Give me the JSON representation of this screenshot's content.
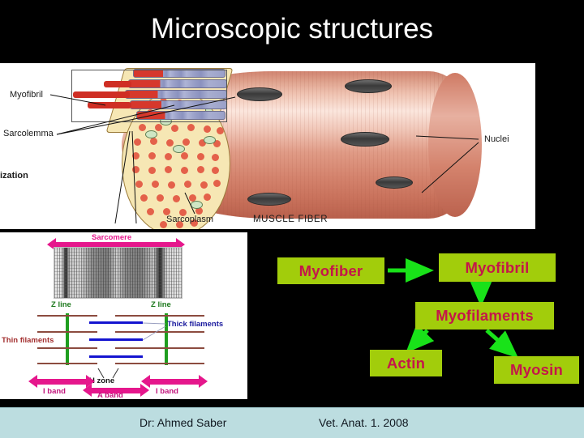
{
  "slide": {
    "title": "Microscopic structures",
    "background_color": "#000000",
    "title_color": "#ffffff"
  },
  "top_figure": {
    "name": "muscle-fiber-diagram",
    "labels": {
      "myofibril": "Myofibril",
      "sarcolemma": "Sarcolemma",
      "organization": "ization",
      "sarcoplasm": "Sarcoplasm",
      "nuclei": "Nuclei"
    },
    "caption": "MUSCLE FIBER"
  },
  "sarcomere_figure": {
    "name": "sarcomere-diagram",
    "labels": {
      "sarcomere": "Sarcomere",
      "z_line_left": "Z line",
      "z_line_right": "Z line",
      "thin_filaments": "Thin filaments",
      "thick_filaments": "Thick filaments",
      "h_zone": "H zone",
      "i_band_left": "I band",
      "a_band": "A band",
      "i_band_right": "I band"
    },
    "colors": {
      "sarcomere_arrow": "#e5178c",
      "z_line": "#1f9e1f",
      "thin_filament": "#8c4b3f",
      "thick_filament": "#1414d0",
      "band_arrow": "#e5178c"
    }
  },
  "flowchart": {
    "name": "muscle-hierarchy-flowchart",
    "box_color": "#a2cd0b",
    "text_color": "#c4164a",
    "arrow_color": "#19e219",
    "nodes": [
      {
        "id": "myofiber",
        "label": "Myofiber"
      },
      {
        "id": "myofibril",
        "label": "Myofibril"
      },
      {
        "id": "myofilaments",
        "label": "Myofilaments"
      },
      {
        "id": "actin",
        "label": "Actin"
      },
      {
        "id": "myosin",
        "label": "Myosin"
      }
    ],
    "edges": [
      {
        "from": "myofiber",
        "to": "myofibril"
      },
      {
        "from": "myofibril",
        "to": "myofilaments"
      },
      {
        "from": "myofilaments",
        "to": "actin"
      },
      {
        "from": "myofilaments",
        "to": "myosin"
      }
    ]
  },
  "footer": {
    "author": "Dr: Ahmed Saber",
    "course": "Vet. Anat. 1. 2008",
    "background_color": "#bcdde0"
  }
}
